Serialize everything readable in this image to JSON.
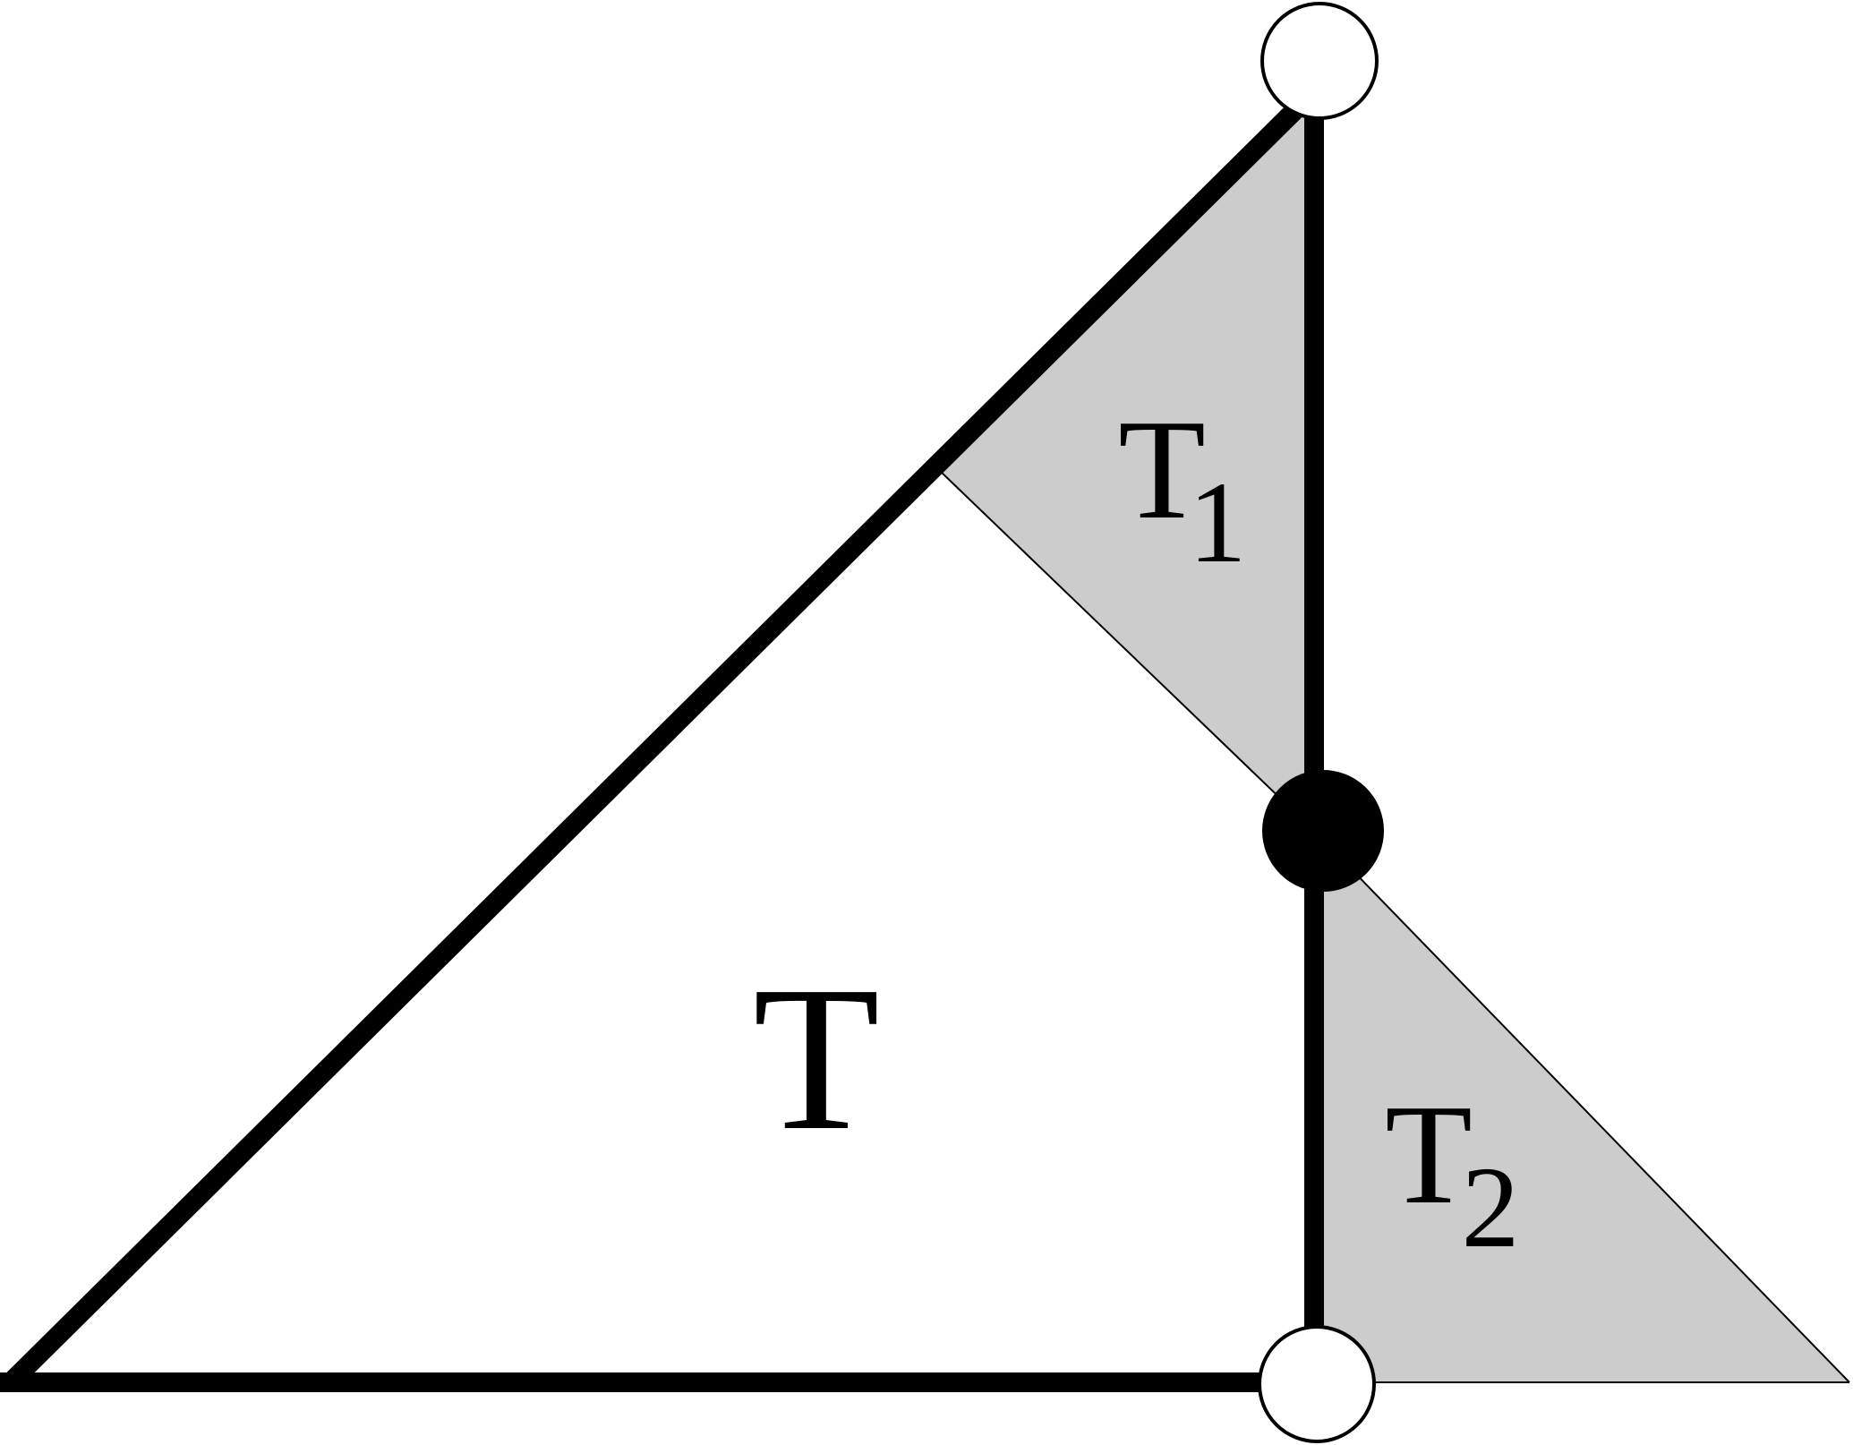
{
  "colors": {
    "shaded": "#cccccc",
    "stroke": "#000000",
    "background": "#ffffff"
  },
  "labels": {
    "T": "T",
    "T1_base": "T",
    "T1_sub": "1",
    "T2_base": "T",
    "T2_sub": "2"
  }
}
